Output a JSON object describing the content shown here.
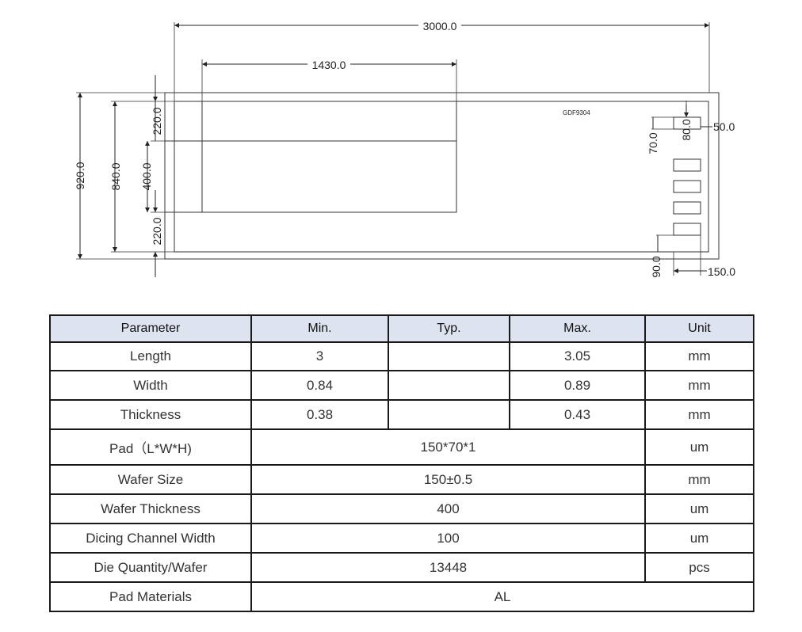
{
  "drawing": {
    "part_label": "GDF9304",
    "dims": {
      "total_length": "3000.0",
      "length_1430": "1430.0",
      "height_920": "920.0",
      "height_840": "840.0",
      "top_220": "220.0",
      "mid_400": "400.0",
      "bottom_220": "220.0",
      "pad_70": "70.0",
      "pad_80": "80.0",
      "pad_50": "50.0",
      "pad_90": "90.0",
      "pad_150": "150.0"
    }
  },
  "table": {
    "headers": [
      "Parameter",
      "Min.",
      "Typ.",
      "Max.",
      "Unit"
    ],
    "rows3": [
      {
        "param": "Length",
        "min": "3",
        "typ": "",
        "max": "3.05",
        "unit": "mm"
      },
      {
        "param": "Width",
        "min": "0.84",
        "typ": "",
        "max": "0.89",
        "unit": "mm"
      },
      {
        "param": "Thickness",
        "min": "0.38",
        "typ": "",
        "max": "0.43",
        "unit": "mm"
      }
    ],
    "rows_merged": [
      {
        "param": "Pad（L*W*H)",
        "value": "150*70*1",
        "unit": "um"
      },
      {
        "param": "Wafer Size",
        "value": "150±0.5",
        "unit": "mm"
      },
      {
        "param": "Wafer Thickness",
        "value": "400",
        "unit": "um"
      },
      {
        "param": "Dicing Channel Width",
        "value": "100",
        "unit": "um"
      },
      {
        "param": "Die Quantity/Wafer",
        "value": "13448",
        "unit": "pcs"
      }
    ],
    "last_row": {
      "param": "Pad Materials",
      "value": "AL"
    }
  }
}
